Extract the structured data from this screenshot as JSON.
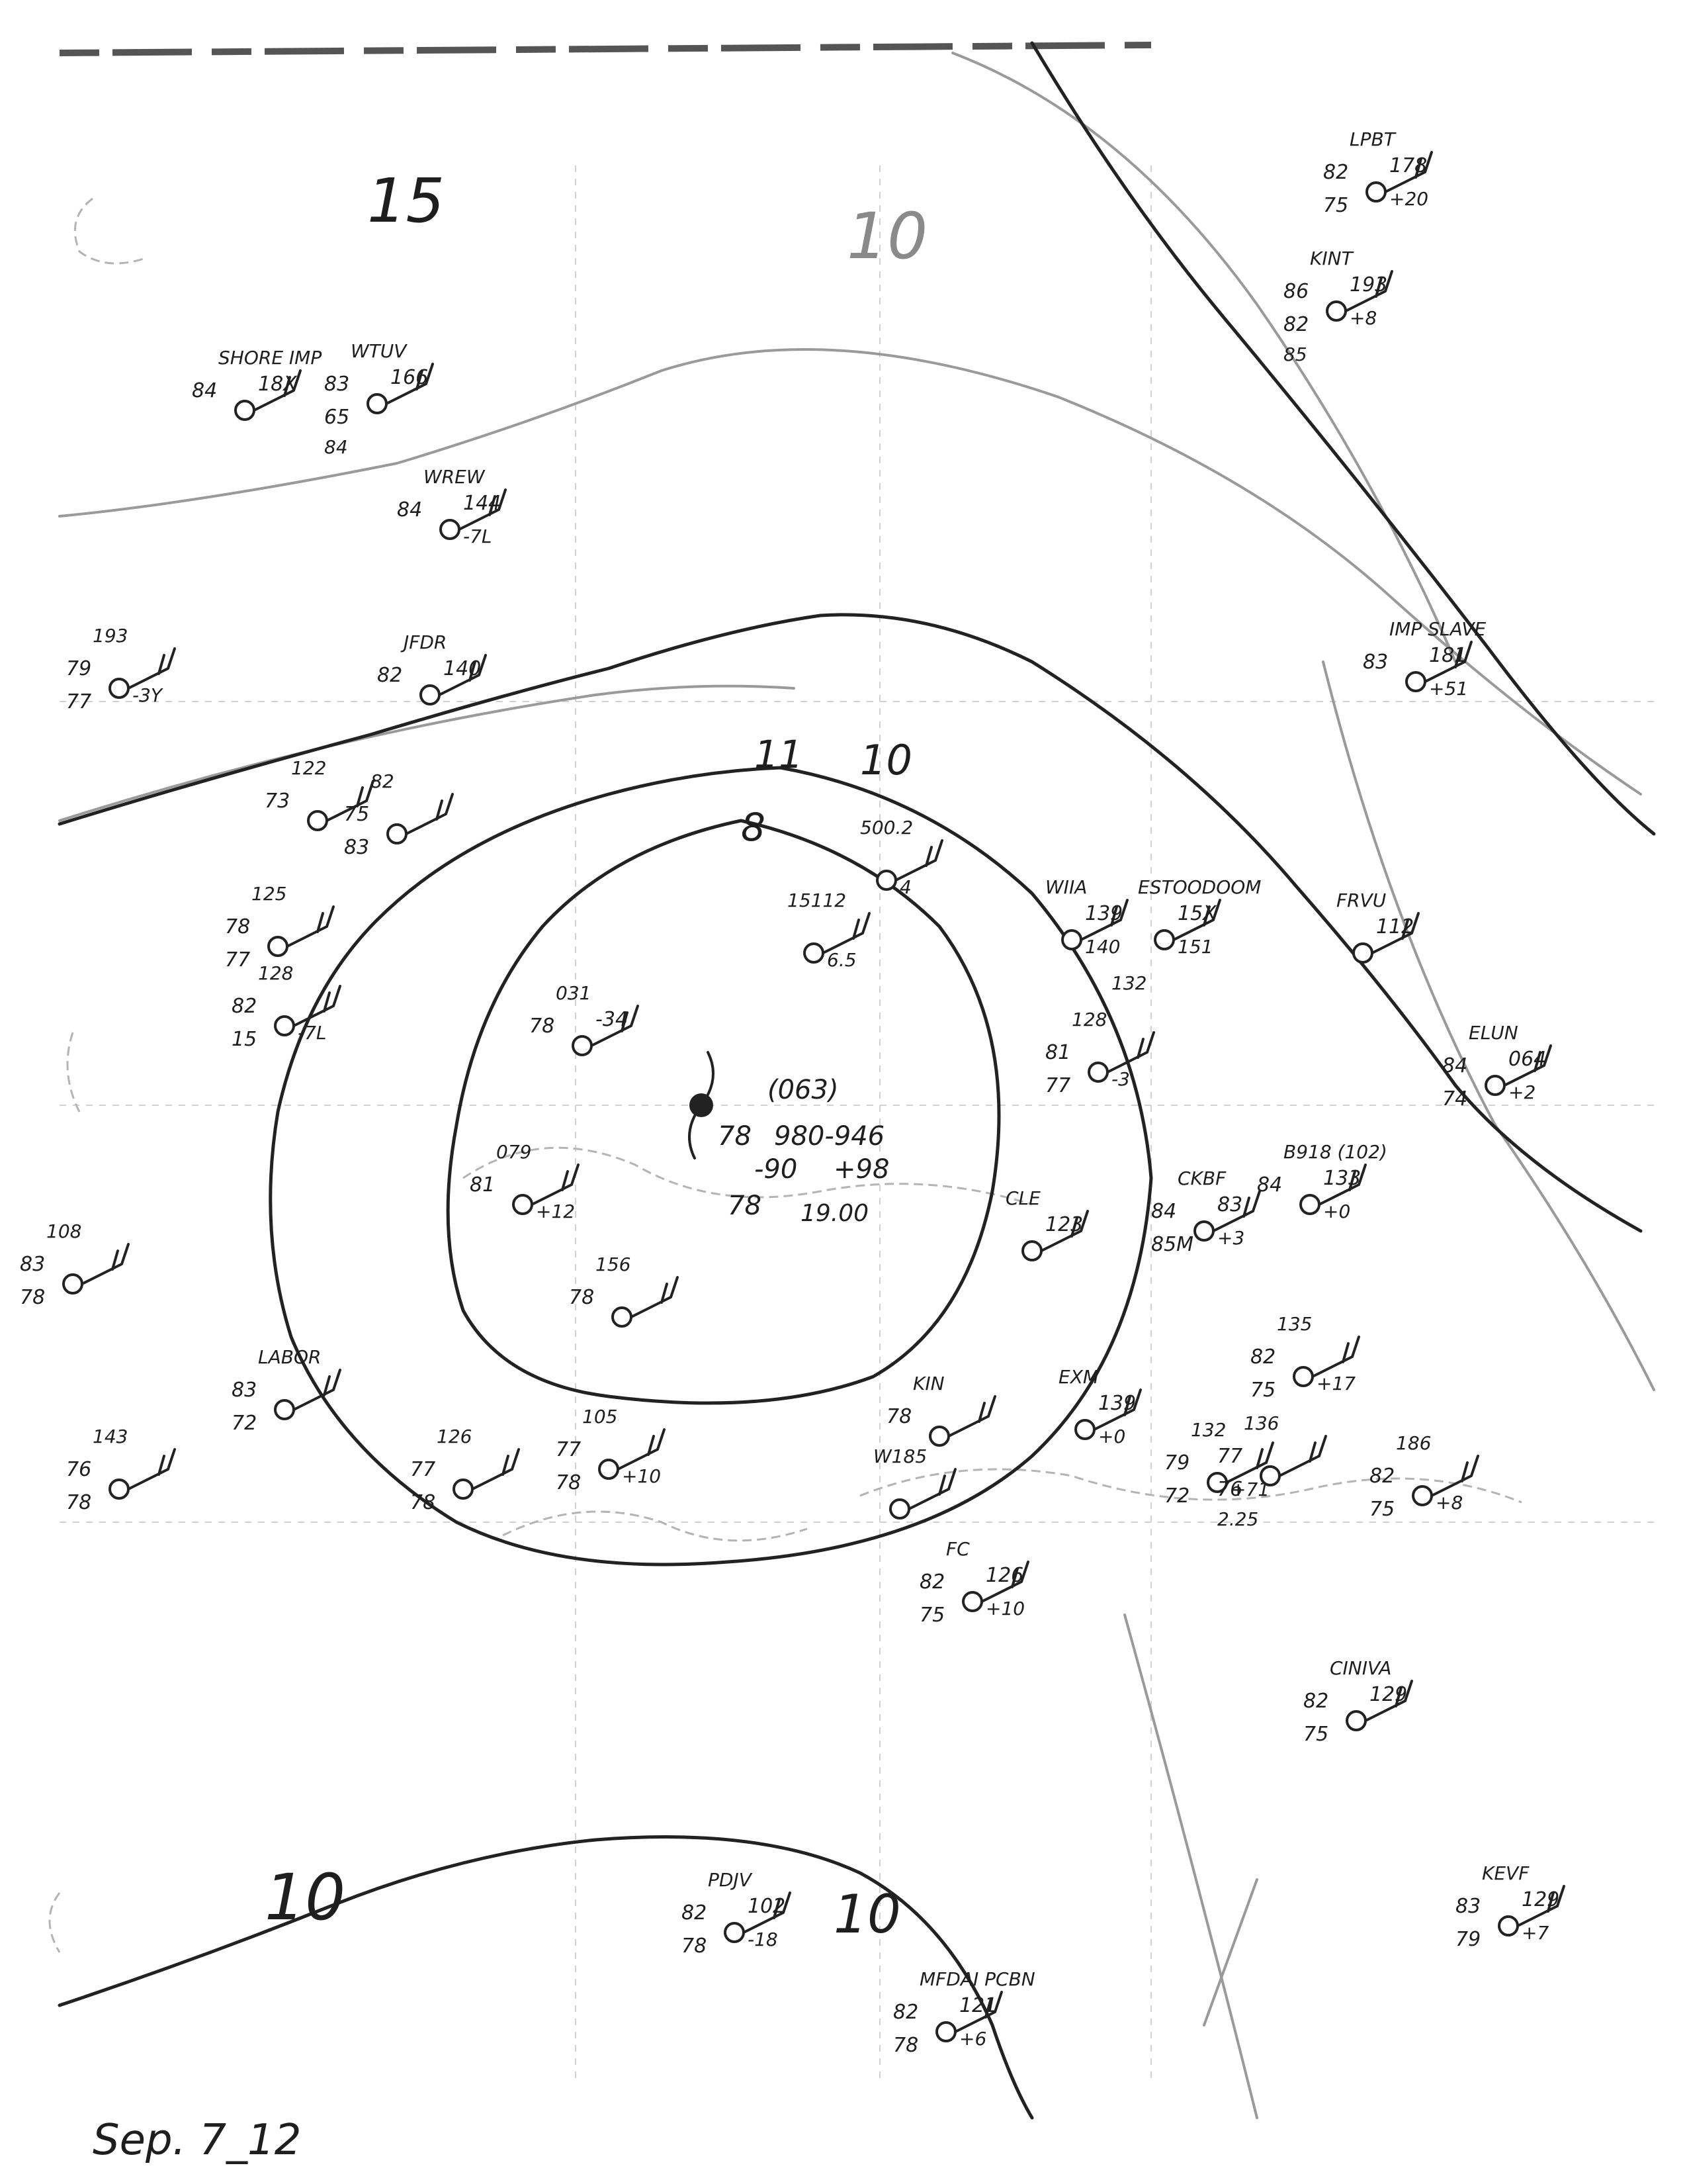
{
  "map_date": "Sep. 7_12",
  "isobar_labels": {
    "iso_15": "15",
    "iso_10_top": "10",
    "iso_11": "11",
    "iso_10_inner": "10",
    "iso_8": "8",
    "iso_10_bottom_left": "10",
    "iso_10_bottom_right": "10"
  },
  "center": {
    "label": "(063)",
    "temp_upper": "78",
    "pressure": "980-946",
    "tendency": "-90",
    "change": "+98",
    "temp_lower": "78",
    "time": "19.00"
  },
  "stations": {
    "lpbt": {
      "id": "LPBT",
      "temp": "82",
      "dew": "75",
      "pressure": "178",
      "tendency": "+20"
    },
    "kint": {
      "id": "KINT",
      "temp": "86",
      "dew": "82",
      "pressure": "193",
      "tendency": "+8",
      "extra": "85"
    },
    "shore": {
      "id": "SHORE IMP",
      "temp": "84",
      "pressure": "18X"
    },
    "wtuv": {
      "id": "WTUV",
      "temp": "83",
      "dew": "65",
      "pressure": "166",
      "extra": "84"
    },
    "wrew": {
      "id": "WREW",
      "temp": "84",
      "pressure": "144",
      "tendency": "-7L"
    },
    "jfdr": {
      "id": "JFDR",
      "temp": "82",
      "pressure": "140"
    },
    "imp_slave": {
      "id": "IMP SLAVE",
      "temp": "83",
      "pressure": "181",
      "tendency": "+51"
    },
    "wiia": {
      "id": "WIIA",
      "pressure": "139",
      "tendency": "140"
    },
    "estoo": {
      "id": "ESTOODOOM",
      "pressure": "15X",
      "tendency": "151",
      "extra": "132"
    },
    "frvu": {
      "id": "FRVU",
      "pressure": "112"
    },
    "elun": {
      "id": "ELUN",
      "temp": "84",
      "dew": "74",
      "pressure": "064",
      "tendency": "+2"
    },
    "b918": {
      "id": "B918 (102)",
      "temp": "84",
      "pressure": "133",
      "tendency": "+0"
    },
    "ckbf": {
      "id": "CKBF",
      "temp": "84",
      "dew": "85M",
      "pressure": "83",
      "tendency": "+3"
    },
    "cle": {
      "id": "CLE",
      "pressure": "123"
    },
    "exm": {
      "id": "EXM",
      "pressure": "139",
      "tendency": "+0"
    },
    "kin": {
      "id": "KIN",
      "temp": "78"
    },
    "w185": {
      "id": "W185"
    },
    "fc": {
      "id": "FC",
      "temp": "82",
      "dew": "75",
      "pressure": "126",
      "tendency": "+10"
    },
    "cinina": {
      "id": "CINIVA",
      "temp": "82",
      "dew": "75",
      "pressure": "129"
    },
    "kevf": {
      "id": "KEVF",
      "temp": "83",
      "dew": "79",
      "pressure": "129",
      "tendency": "+7"
    },
    "pdjv": {
      "id": "PDJV",
      "temp": "82",
      "dew": "78",
      "pressure": "102",
      "tendency": "-18"
    },
    "pcbn": {
      "id": "MFDAI PCBN",
      "temp": "82",
      "dew": "78",
      "pressure": "121",
      "tendency": "+6"
    },
    "s031": {
      "id": "031",
      "temp": "78",
      "pressure": "-34"
    },
    "s079": {
      "id": "079",
      "temp": "81",
      "tendency": "+12"
    },
    "s156": {
      "id": "156",
      "temp": "78"
    },
    "s126": {
      "id": "126",
      "temp": "77",
      "dew": "78"
    },
    "s105": {
      "id": "105",
      "temp": "77",
      "dew": "78",
      "tendency": "+10"
    },
    "s132": {
      "id": "132",
      "temp": "79",
      "dew": "72",
      "tendency": "+71"
    },
    "s136": {
      "id": "136",
      "temp": "77",
      "dew": "76",
      "extra": "2.25"
    },
    "s186": {
      "id": "186",
      "temp": "82",
      "dew": "75",
      "tendency": "+8"
    },
    "s135": {
      "id": "135",
      "temp": "82",
      "dew": "75",
      "tendency": "+17"
    },
    "s125": {
      "id": "125",
      "temp": "78",
      "dew": "77"
    },
    "s128": {
      "id": "128",
      "temp": "82",
      "dew": "15",
      "tendency": "-7L"
    },
    "s128b": {
      "id": "128",
      "temp": "81",
      "dew": "77",
      "tendency": "-3"
    },
    "s500": {
      "id": "500.2",
      "tendency": "4"
    },
    "s15": {
      "id": "15112",
      "tendency": "6.5"
    },
    "labor": {
      "id": "LABOR",
      "temp": "83",
      "dew": "72"
    },
    "s108": {
      "id": "108",
      "temp": "83",
      "dew": "78"
    },
    "s193": {
      "id": "193",
      "temp": "79",
      "dew": "77",
      "tendency": "-3Y"
    },
    "s143": {
      "id": "143",
      "temp": "76",
      "dew": "78"
    },
    "s122": {
      "id": "122",
      "temp": "73"
    },
    "s82b": {
      "id": "82",
      "temp": "75",
      "dew": "83"
    }
  }
}
